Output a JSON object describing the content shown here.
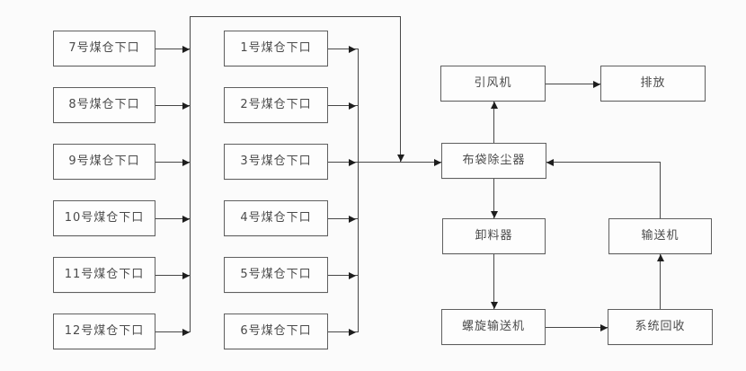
{
  "diagram": {
    "left_column": [
      "7号煤仓下口",
      "8号煤仓下口",
      "9号煤仓下口",
      "10号煤仓下口",
      "11号煤仓下口",
      "12号煤仓下口"
    ],
    "middle_column": [
      "1号煤仓下口",
      "2号煤仓下口",
      "3号煤仓下口",
      "4号煤仓下口",
      "5号煤仓下口",
      "6号煤仓下口"
    ],
    "nodes": {
      "fan": "引风机",
      "discharge": "排放",
      "bag_filter": "布袋除尘器",
      "unloader": "卸料器",
      "conveyor": "输送机",
      "screw_conveyor": "螺旋输送机",
      "system_recovery": "系统回收"
    },
    "edges": [
      {
        "from": "1号煤仓下口…6号煤仓下口",
        "to": "布袋除尘器"
      },
      {
        "from": "7号煤仓下口…12号煤仓下口",
        "to": "布袋除尘器"
      },
      {
        "from": "布袋除尘器",
        "to": "引风机"
      },
      {
        "from": "引风机",
        "to": "排放"
      },
      {
        "from": "布袋除尘器",
        "to": "卸料器"
      },
      {
        "from": "卸料器",
        "to": "螺旋输送机"
      },
      {
        "from": "螺旋输送机",
        "to": "系统回收"
      },
      {
        "from": "系统回收",
        "to": "输送机"
      },
      {
        "from": "输送机",
        "to": "布袋除尘器"
      }
    ],
    "colors": {
      "background": "#fbfbfb",
      "box_border": "#5f5f5f",
      "line": "#474747",
      "text": "#4a4a4a"
    }
  }
}
